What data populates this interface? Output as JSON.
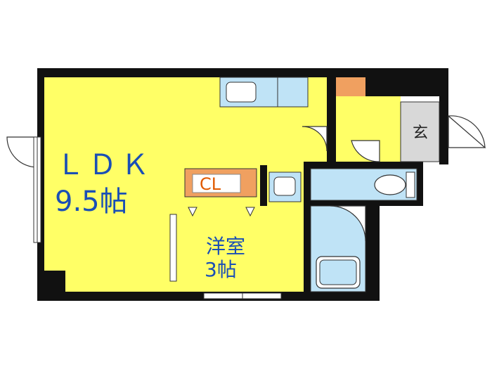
{
  "plan": {
    "rooms": {
      "ldk": {
        "name": "ＬＤＫ",
        "size": "9.5帖"
      },
      "western_room": {
        "name": "洋室",
        "size": "3帖"
      },
      "closet": {
        "name": "CL"
      },
      "entrance": {
        "name": "玄"
      }
    },
    "colors": {
      "wall": "#111111",
      "room": "#ffff66",
      "wet_area": "#bfe3f6",
      "closet": "#f0a060",
      "entrance_floor": "#d8d8d8",
      "label": "#1a4fb5"
    }
  }
}
